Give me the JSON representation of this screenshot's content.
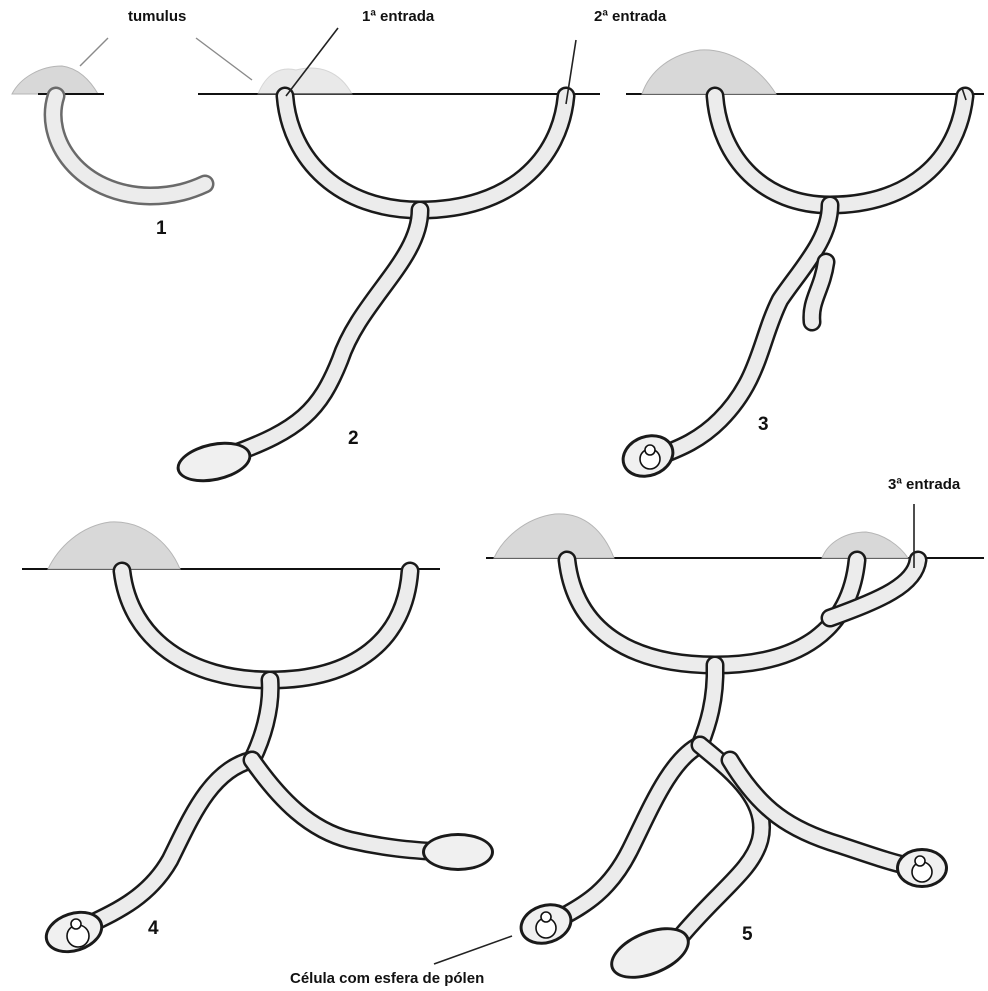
{
  "labels": {
    "tumulus": "tumulus",
    "entrance1": "1ª entrada",
    "entrance2": "2ª entrada",
    "entrance3": "3ª entrada",
    "cell_caption": "Célula com esfera de pólen"
  },
  "stages": [
    {
      "number": "1"
    },
    {
      "number": "2"
    },
    {
      "number": "3"
    },
    {
      "number": "4"
    },
    {
      "number": "5"
    }
  ]
}
